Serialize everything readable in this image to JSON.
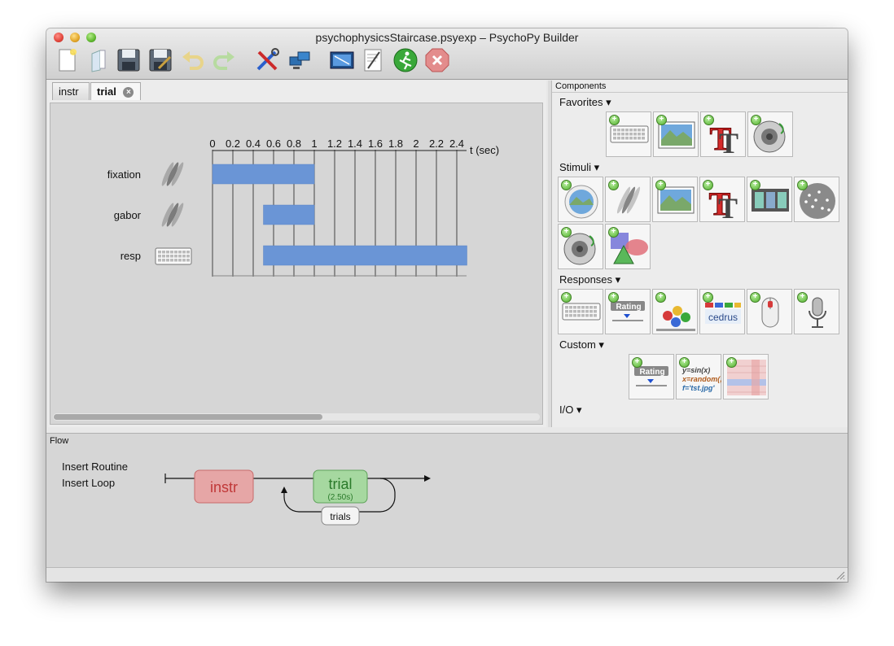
{
  "window": {
    "title": "psychophysicsStaircase.psyexp – PsychoPy Builder"
  },
  "toolbar": {
    "buttons": [
      {
        "name": "new-file-icon"
      },
      {
        "name": "open-file-icon"
      },
      {
        "name": "save-icon"
      },
      {
        "name": "save-as-icon"
      },
      {
        "name": "undo-icon"
      },
      {
        "name": "redo-icon"
      },
      {
        "name": "preferences-icon"
      },
      {
        "name": "monitor-center-icon"
      },
      {
        "name": "experiment-settings-icon"
      },
      {
        "name": "compile-script-icon"
      },
      {
        "name": "run-icon"
      },
      {
        "name": "stop-icon"
      }
    ]
  },
  "routine_tabs": [
    {
      "label": "instr",
      "active": false
    },
    {
      "label": "trial",
      "active": true,
      "close": "×"
    }
  ],
  "timeline": {
    "ticks": [
      "0",
      "0.2",
      "0.4",
      "0.6",
      "0.8",
      "1",
      "1.2",
      "1.4",
      "1.6",
      "1.8",
      "2",
      "2.2",
      "2.4"
    ],
    "axis_label": "t (sec)",
    "components": [
      {
        "name": "fixation",
        "icon": "grating-icon",
        "start": 0,
        "stop": 1.0
      },
      {
        "name": "gabor",
        "icon": "grating-icon",
        "start": 0.5,
        "stop": 1.0
      },
      {
        "name": "resp",
        "icon": "keyboard-icon",
        "start": 0.5,
        "stop": 2.5
      }
    ],
    "bar_color": "#6a95d6"
  },
  "components_panel": {
    "header": "Components",
    "categories": {
      "favorites": {
        "label": "Favorites ▾",
        "items": [
          "keyboard-icon",
          "image-icon",
          "text-icon",
          "sound-icon"
        ]
      },
      "stimuli": {
        "label": "Stimuli ▾",
        "items": [
          "aperture-icon",
          "grating-icon",
          "image-icon",
          "text-icon",
          "movie-icon",
          "dots-icon",
          "sound-icon",
          "polygon-icon"
        ]
      },
      "responses": {
        "label": "Responses ▾",
        "items": [
          "keyboard-icon",
          "rating-icon",
          "ioLab-icon",
          "cedrus-icon",
          "mouse-icon",
          "microphone-icon"
        ]
      },
      "custom": {
        "label": "Custom ▾",
        "items": [
          "rating-icon",
          "code-icon",
          "pattern-icon"
        ]
      },
      "io": {
        "label": "I/O ▾"
      }
    },
    "rating_text": "Rating",
    "cedrus_text": "cedrus",
    "code_text": [
      "y=sin(x)",
      "x=random(,",
      "f='tst.jpg'"
    ]
  },
  "flow": {
    "label": "Flow",
    "insert_routine": "Insert Routine",
    "insert_loop": "Insert Loop",
    "routines": [
      {
        "name": "instr",
        "color": "#e6a6a6",
        "text_color": "#c03838"
      },
      {
        "name": "trial",
        "duration": "(2.50s)",
        "color": "#a6d8a0",
        "text_color": "#2a7a2a"
      }
    ],
    "loop": {
      "name": "trials"
    }
  }
}
